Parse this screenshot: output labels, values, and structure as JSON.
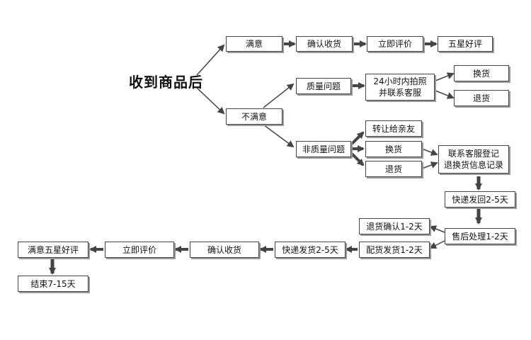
{
  "title": "收到商品后",
  "nodes": {
    "satisfied": "满意",
    "confirm_receipt_1": "确认收货",
    "review_now_1": "立即评价",
    "five_star": "五星好评",
    "unsatisfied": "不满意",
    "quality_issue": "质量问题",
    "photo_contact": "24小时内拍照\n并联系客服",
    "exchange_1": "换货",
    "return_1": "退货",
    "non_quality_issue": "非质量问题",
    "give_to_friend": "转让给亲友",
    "exchange_2": "换货",
    "return_2": "退货",
    "register_info": "联系客服登记\n退换货信息记录",
    "ship_back": "快递发回2-5天",
    "after_sales": "售后处理1-2天",
    "return_confirm": "退货确认1-2天",
    "prepare_ship": "配货发货1-2天",
    "express_ship": "快递发货2-5天",
    "confirm_receipt_2": "确认收货",
    "review_now_2": "立即评价",
    "satisfied_five_star": "满意五星好评",
    "end": "结束7-15天"
  }
}
